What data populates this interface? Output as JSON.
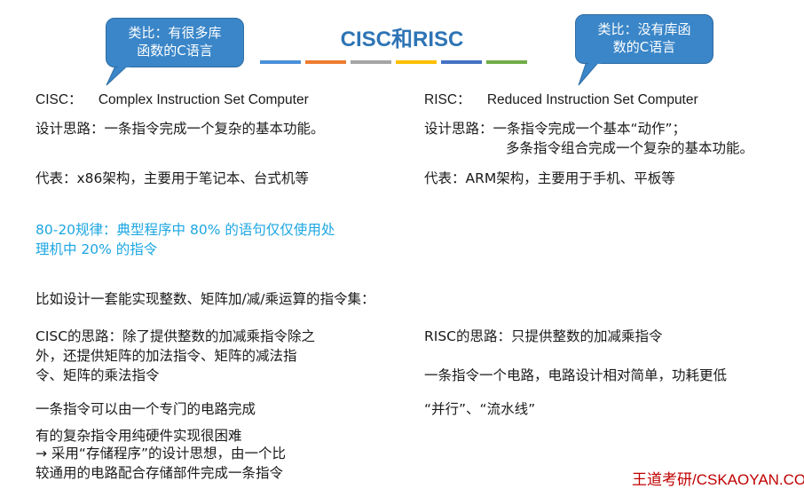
{
  "title": "CISC和RISC",
  "title_bar_colors": [
    "#4a90d9",
    "#ed7d31",
    "#a5a5a5",
    "#ffc000",
    "#4472c4",
    "#70ad47"
  ],
  "callout_left": {
    "line1": "类比：有很多库",
    "line2": "函数的C语言"
  },
  "callout_right": {
    "line1": "类比：没有库函",
    "line2": "数的C语言"
  },
  "cisc": {
    "label": "CISC：",
    "full_name": "Complex Instruction Set Computer",
    "design": "设计思路：一条指令完成一个复杂的基本功能。",
    "representative": "代表：x86架构，主要用于笔记本、台式机等"
  },
  "risc": {
    "label": "RISC：",
    "full_name": "Reduced Instruction Set Computer",
    "design_line1": "设计思路：一条指令完成一个基本“动作”；",
    "design_line2": "多条指令组合完成一个复杂的基本功能。",
    "representative": "代表：ARM架构，主要用于手机、平板等"
  },
  "rule_80_20": {
    "line1": "80-20规律：典型程序中 80% 的语句仅仅使用处",
    "line2": "理机中 20% 的指令"
  },
  "example": "比如设计一套能实现整数、矩阵加/减/乘运算的指令集：",
  "cisc_idea": {
    "line1": "CISC的思路：除了提供整数的加减乘指令除之",
    "line2": "外，还提供矩阵的加法指令、矩阵的减法指",
    "line3": "令、矩阵的乘法指令"
  },
  "cisc_circuit": "一条指令可以由一个专门的电路完成",
  "cisc_hardware": {
    "line1": "有的复杂指令用纯硬件实现很困难",
    "line2": "→ 采用“存储程序”的设计思想，由一个比",
    "line3": "较通用的电路配合存储部件完成一条指令"
  },
  "risc_idea": "RISC的思路：只提供整数的加减乘指令",
  "risc_circuit": "一条指令一个电路，电路设计相对简单，功耗更低",
  "risc_parallel": "“并行”、“流水线”",
  "logo": "王道考研/CSKAOYAN.COM"
}
